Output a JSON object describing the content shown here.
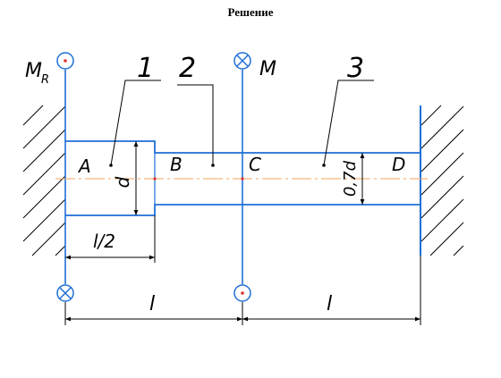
{
  "title": "Решение",
  "labels": {
    "moment_reaction": "M",
    "moment_reaction_sub": "R",
    "moment": "M",
    "part_1": "1",
    "part_2": "2",
    "part_3": "3",
    "point_a": "A",
    "point_b": "B",
    "point_c": "C",
    "point_d": "D",
    "diameter": "d",
    "diameter_reduced": "0,7d",
    "half_length": "l/2",
    "length_left": "l",
    "length_right": "l"
  },
  "colors": {
    "shaft": "#1f6fd6",
    "axis": "#f5a35a",
    "dimension": "#000000",
    "hatch": "#000000",
    "marker": "#e03030"
  }
}
